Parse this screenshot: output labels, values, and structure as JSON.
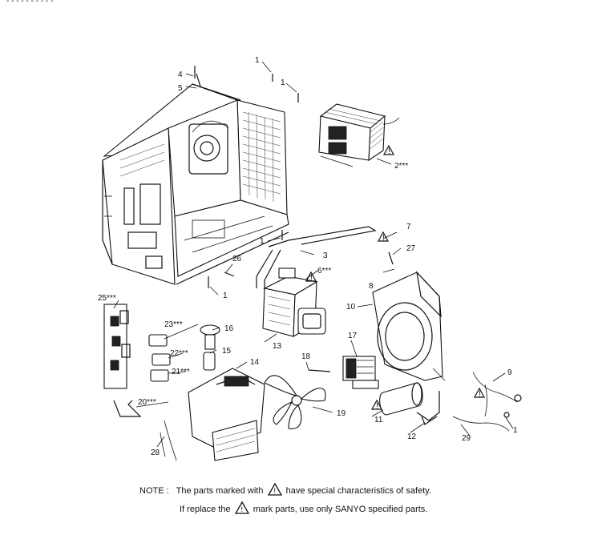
{
  "header_fragment": "- - - - -   -   - - -        -",
  "parts": [
    {
      "id": "p1a",
      "label": "1"
    },
    {
      "id": "p1b",
      "label": "1"
    },
    {
      "id": "p1c",
      "label": "1"
    },
    {
      "id": "p1d",
      "label": "1"
    },
    {
      "id": "p1e",
      "label": "1"
    },
    {
      "id": "p2",
      "label": "2***"
    },
    {
      "id": "p3",
      "label": "3"
    },
    {
      "id": "p4",
      "label": "4"
    },
    {
      "id": "p5",
      "label": "5"
    },
    {
      "id": "p6",
      "label": "6***"
    },
    {
      "id": "p7",
      "label": "7"
    },
    {
      "id": "p8",
      "label": "8"
    },
    {
      "id": "p9",
      "label": "9"
    },
    {
      "id": "p10",
      "label": "10"
    },
    {
      "id": "p11",
      "label": "11"
    },
    {
      "id": "p12",
      "label": "12"
    },
    {
      "id": "p13",
      "label": "13"
    },
    {
      "id": "p14",
      "label": "14"
    },
    {
      "id": "p15",
      "label": "15"
    },
    {
      "id": "p16",
      "label": "16"
    },
    {
      "id": "p17",
      "label": "17"
    },
    {
      "id": "p18",
      "label": "18"
    },
    {
      "id": "p19",
      "label": "19"
    },
    {
      "id": "p20",
      "label": "20***"
    },
    {
      "id": "p21",
      "label": "21***"
    },
    {
      "id": "p22",
      "label": "22***"
    },
    {
      "id": "p23",
      "label": "23***"
    },
    {
      "id": "p25",
      "label": "25***"
    },
    {
      "id": "p26",
      "label": "26"
    },
    {
      "id": "p27",
      "label": "27"
    },
    {
      "id": "p28",
      "label": "28"
    },
    {
      "id": "p29",
      "label": "29"
    }
  ],
  "note": {
    "prefix": "NOTE :",
    "line1_a": "The parts marked with",
    "line1_b": "have special characteristics of safety.",
    "line2_a": "If replace the",
    "line2_b": "mark parts, use only SANYO specified parts."
  }
}
